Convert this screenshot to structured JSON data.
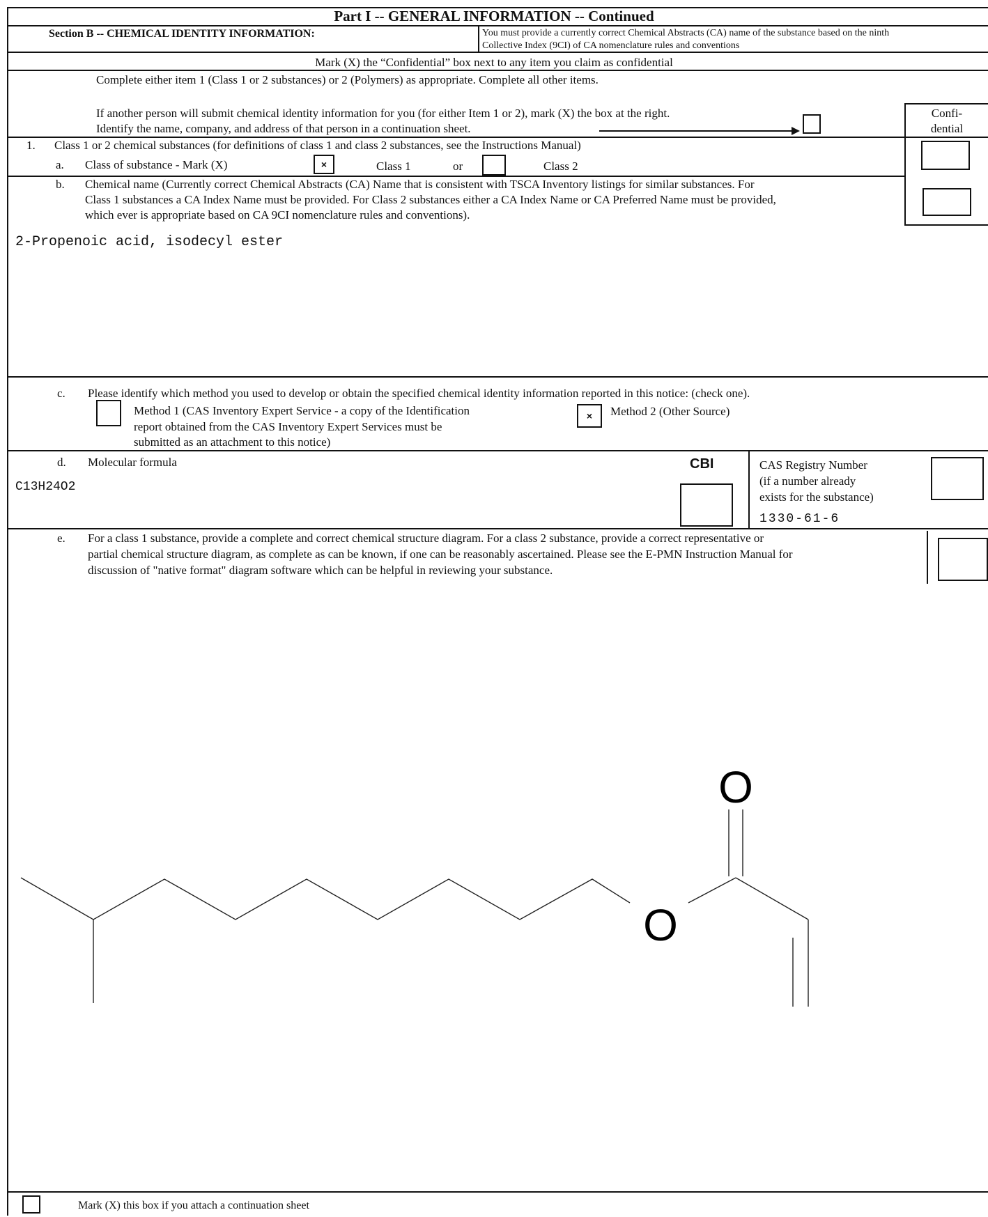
{
  "header": {
    "part_title": "Part I -- GENERAL INFORMATION -- Continued",
    "section_title": "Section B -- CHEMICAL IDENTITY INFORMATION:",
    "section_note_line1": "You must provide a currently correct Chemical Abstracts (CA) name of the substance based on the ninth",
    "section_note_line2": "Collective Index (9CI) of CA nomenclature rules and conventions",
    "confidential_instruction": "Mark (X) the “Confidential” box next to any item you claim as confidential"
  },
  "intro": {
    "line1": "Complete either item 1 (Class 1 or 2 substances) or 2 (Polymers) as appropriate.  Complete all other items.",
    "line2": "If another person will submit chemical identity information for you (for either Item 1 or 2), mark (X) the box at the right.",
    "line3": "Identify the name, company, and address of that person in a continuation sheet.",
    "confidential_col_line1": "Confi-",
    "confidential_col_line2": "dential"
  },
  "item1": {
    "number": "1.",
    "title": "Class 1 or 2 chemical substances (for definitions of class 1 and class 2 substances, see the Instructions Manual)",
    "a_letter": "a.",
    "a_label": "Class of substance - Mark (X)",
    "class1_mark": "×",
    "class1_label": "Class 1",
    "or_label": "or",
    "class2_label": "Class  2",
    "b_letter": "b.",
    "b_line1": "Chemical name (Currently correct Chemical Abstracts (CA) Name that is consistent with TSCA Inventory listings for similar substances.  For",
    "b_line2": "Class 1 substances a CA Index Name must be provided.  For Class 2 substances either a CA Index Name or CA Preferred Name must be provided,",
    "b_line3": "which ever is appropriate based on CA 9CI nomenclature rules and conventions).",
    "chemical_name": "2-Propenoic acid, isodecyl ester"
  },
  "item_c": {
    "letter": "c.",
    "question": "Please identify which method you used to develop or obtain the specified chemical identity information reported in this notice: (check one).",
    "method1_line1": "Method 1 (CAS Inventory Expert Service - a copy of the Identification",
    "method1_line2": "report obtained from the CAS Inventory Expert Services must be",
    "method1_line3": "submitted as an attachment to this notice)",
    "method2_mark": "×",
    "method2_label": "Method 2 (Other Source)"
  },
  "item_d": {
    "letter": "d.",
    "label": "Molecular formula",
    "formula": "C13H24O2",
    "cbi_label": "CBI",
    "cas_line1": "CAS Registry Number",
    "cas_line2": "(if a number already",
    "cas_line3": "exists for the substance)",
    "cas_number": "1330-61-6"
  },
  "item_e": {
    "letter": "e.",
    "line1": "For a class 1 substance, provide a complete and correct chemical structure diagram.  For a class 2 substance, provide a correct representative or",
    "line2": "partial chemical structure diagram, as complete as can be known, if one can be reasonably ascertained.  Please see the E-PMN Instruction Manual for",
    "line3": "discussion of \"native format\" diagram software which can be helpful in reviewing your substance.",
    "atom_o_top": "O",
    "atom_o_ester": "O"
  },
  "footer": {
    "continuation_label": "Mark (X) this box if you attach a continuation sheet"
  }
}
